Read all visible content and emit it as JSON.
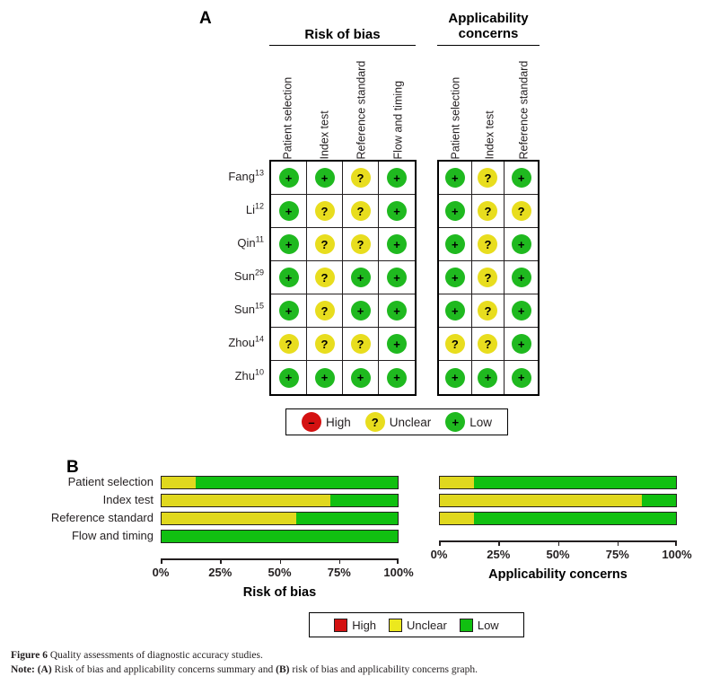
{
  "figure": {
    "panel_a_letter": "A",
    "panel_b_letter": "B",
    "caption_title_label": "Figure 6",
    "caption_title_text": "Quality assessments of diagnostic accuracy studies.",
    "caption_note_label": "Note:",
    "caption_note_a": "(A)",
    "caption_note_text_1": "Risk of bias and applicability concerns summary and",
    "caption_note_b": "(B)",
    "caption_note_text_2": "risk of bias and applicability concerns graph."
  },
  "colors": {
    "high": "#d41111",
    "unclear": "#e8dd1e",
    "low": "#1fb91f",
    "bar_unclear": "#e0d81e",
    "bar_low": "#11c011",
    "outline": "#231f20"
  },
  "panel_a": {
    "group_titles": {
      "risk_of_bias": "Risk of bias",
      "applicability_concerns": "Applicability concerns"
    },
    "columns_risk_of_bias": [
      "Patient selection",
      "Index test",
      "Reference standard",
      "Flow and timing"
    ],
    "columns_applicability": [
      "Patient selection",
      "Index test",
      "Reference standard"
    ],
    "studies": [
      {
        "name": "Fang",
        "ref": "13"
      },
      {
        "name": "Li",
        "ref": "12"
      },
      {
        "name": "Qin",
        "ref": "11"
      },
      {
        "name": "Sun",
        "ref": "29"
      },
      {
        "name": "Sun",
        "ref": "15"
      },
      {
        "name": "Zhou",
        "ref": "14"
      },
      {
        "name": "Zhu",
        "ref": "10"
      }
    ],
    "risk_of_bias_matrix": [
      [
        "low",
        "low",
        "unclear",
        "low"
      ],
      [
        "low",
        "unclear",
        "unclear",
        "low"
      ],
      [
        "low",
        "unclear",
        "unclear",
        "low"
      ],
      [
        "low",
        "unclear",
        "low",
        "low"
      ],
      [
        "low",
        "unclear",
        "low",
        "low"
      ],
      [
        "unclear",
        "unclear",
        "unclear",
        "low"
      ],
      [
        "low",
        "low",
        "low",
        "low"
      ]
    ],
    "applicability_matrix": [
      [
        "low",
        "unclear",
        "low"
      ],
      [
        "low",
        "unclear",
        "unclear"
      ],
      [
        "low",
        "unclear",
        "low"
      ],
      [
        "low",
        "unclear",
        "low"
      ],
      [
        "low",
        "unclear",
        "low"
      ],
      [
        "unclear",
        "unclear",
        "low"
      ],
      [
        "low",
        "low",
        "low"
      ]
    ],
    "legend": [
      {
        "key": "high",
        "glyph": "–",
        "label": "High"
      },
      {
        "key": "unclear",
        "glyph": "?",
        "label": "Unclear"
      },
      {
        "key": "low",
        "glyph": "+",
        "label": "Low"
      }
    ]
  },
  "chart_data": [
    {
      "type": "bar",
      "orientation": "horizontal",
      "stacked": true,
      "normalized": true,
      "title": "Risk of bias",
      "xlabel": "Risk of bias",
      "ylabel": "",
      "xlim": [
        0,
        100
      ],
      "xticks": [
        0,
        25,
        50,
        75,
        100
      ],
      "xticklabels": [
        "0%",
        "25%",
        "50%",
        "75%",
        "100%"
      ],
      "grid": false,
      "legend_position": "bottom",
      "categories": [
        "Patient selection",
        "Index test",
        "Reference standard",
        "Flow and timing"
      ],
      "series": [
        {
          "name": "High",
          "key": "high",
          "values": [
            0,
            0,
            0,
            0
          ]
        },
        {
          "name": "Unclear",
          "key": "unclear",
          "values": [
            14.3,
            71.4,
            57.1,
            0
          ]
        },
        {
          "name": "Low",
          "key": "low",
          "values": [
            85.7,
            28.6,
            42.9,
            100
          ]
        }
      ]
    },
    {
      "type": "bar",
      "orientation": "horizontal",
      "stacked": true,
      "normalized": true,
      "title": "Applicability concerns",
      "xlabel": "Applicability concerns",
      "ylabel": "",
      "xlim": [
        0,
        100
      ],
      "xticks": [
        0,
        25,
        50,
        75,
        100
      ],
      "xticklabels": [
        "0%",
        "25%",
        "50%",
        "75%",
        "100%"
      ],
      "grid": false,
      "legend_position": "bottom",
      "categories": [
        "Patient selection",
        "Index test",
        "Reference standard"
      ],
      "series": [
        {
          "name": "High",
          "key": "high",
          "values": [
            0,
            0,
            0
          ]
        },
        {
          "name": "Unclear",
          "key": "unclear",
          "values": [
            14.3,
            85.7,
            14.3
          ]
        },
        {
          "name": "Low",
          "key": "low",
          "values": [
            85.7,
            14.3,
            85.7
          ]
        }
      ]
    }
  ],
  "panel_b": {
    "legend": [
      {
        "key": "high",
        "label": "High"
      },
      {
        "key": "unclear",
        "label": "Unclear"
      },
      {
        "key": "low",
        "label": "Low"
      }
    ]
  }
}
